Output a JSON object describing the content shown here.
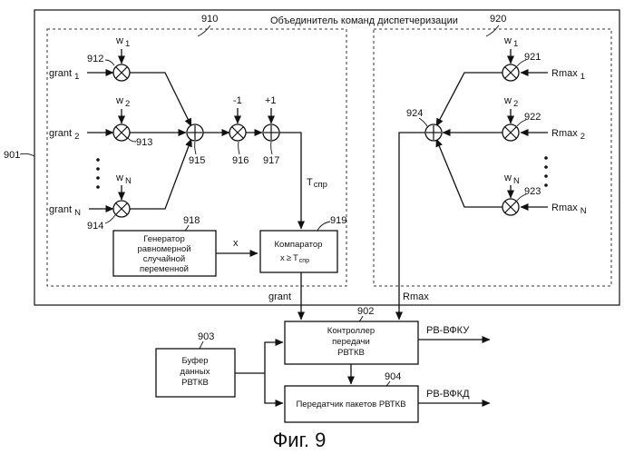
{
  "title": "Объединитель команд диспетчеризации",
  "figure_caption": "Фиг. 9",
  "refs": {
    "r901": "901",
    "r902": "902",
    "r903": "903",
    "r904": "904",
    "r910": "910",
    "r912": "912",
    "r913": "913",
    "r914": "914",
    "r915": "915",
    "r916": "916",
    "r917": "917",
    "r918": "918",
    "r919": "919",
    "r920": "920",
    "r921": "921",
    "r922": "922",
    "r923": "923",
    "r924": "924"
  },
  "inputs_left": {
    "g1": "grant",
    "g1s": "1",
    "g2": "grant",
    "g2s": "2",
    "gN": "grant",
    "gNs": "N"
  },
  "weights": {
    "w": "w",
    "s1": "1",
    "s2": "2",
    "sN": "N"
  },
  "inputs_right": {
    "r1": "Rmax",
    "r1s": "1",
    "r2": "Rmax",
    "r2s": "2",
    "rN": "Rmax",
    "rNs": "N"
  },
  "constants": {
    "minus_one": "-1",
    "plus_one": "+1"
  },
  "threshold": {
    "T": "T",
    "sub": "спр"
  },
  "generator": {
    "l1": "Генератор",
    "l2": "равномерной",
    "l3": "случайной",
    "l4": "переменной"
  },
  "x_label": "x",
  "comparator": {
    "l1": "Компаратор",
    "x": "x",
    "ge": "≥",
    "T": "T",
    "sub": "спр"
  },
  "signals": {
    "grant": "grant",
    "rmax": "Rmax",
    "out1": "РВ-ВФКУ",
    "out2": "РВ-ВФКД"
  },
  "controller": {
    "l1": "Контроллер",
    "l2": "передачи",
    "l3": "РВТКВ"
  },
  "buffer": {
    "l1": "Буфер",
    "l2": "данных",
    "l3": "РВТКВ"
  },
  "transmitter": {
    "l1": "Передатчик пакетов РВТКВ"
  }
}
